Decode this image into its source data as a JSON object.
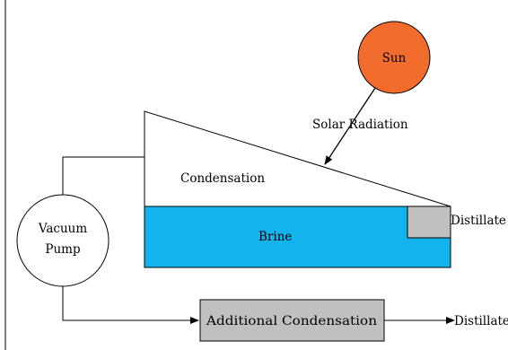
{
  "diagram": {
    "sun": {
      "label": "Sun",
      "fill": "#f26c2e"
    },
    "solar_radiation": {
      "label": "Solar Radiation"
    },
    "condensation_chamber": {
      "label": "Condensation",
      "fill": "#ffffff"
    },
    "brine": {
      "label": "Brine",
      "fill": "#13b4ee"
    },
    "distillate_collector": {
      "label": "Distillate",
      "fill": "#c0c0c0"
    },
    "vacuum_pump": {
      "label_line1": "Vacuum",
      "label_line2": "Pump"
    },
    "additional_condensation": {
      "label": "Additional Condensation",
      "fill": "#c0c0c0"
    },
    "output_distillate": {
      "label": "Distillate"
    }
  }
}
